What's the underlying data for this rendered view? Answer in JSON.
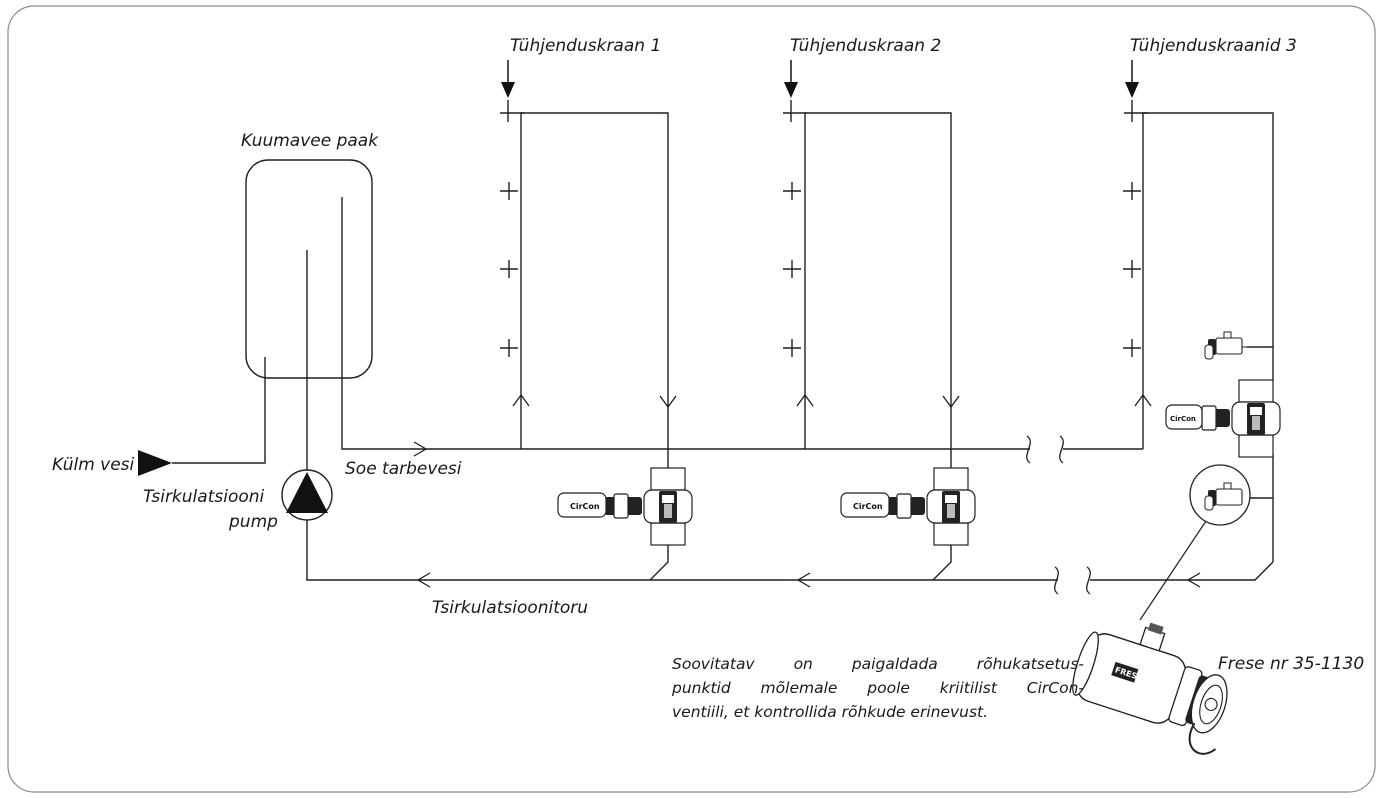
{
  "labels": {
    "drain_valve_1": "Tühjenduskraan 1",
    "drain_valve_2": "Tühjenduskraan 2",
    "drain_valves_3": "Tühjenduskraanid 3",
    "hot_water_tank": "Kuumavee paak",
    "cold_water": "Külm vesi",
    "hot_tap_water": "Soe tarbevesi",
    "circulation_pump_line1": "Tsirkulatsiooni",
    "circulation_pump_line2": "pump",
    "circulation_pipe": "Tsirkulatsioonitoru",
    "product_number": "Frese nr 35-1130"
  },
  "note_lines": [
    "Soovitatav on paigaldada rõhukatsetus-",
    "punktid mõlemale poole kriitilist CirCon-",
    "ventiili, et kontrollida rõhkude erinevust."
  ],
  "valve_brand": "CirCon",
  "colors": {
    "line": "#231f20",
    "fill_dark": "#111111",
    "frame": "#8a8a8a"
  }
}
